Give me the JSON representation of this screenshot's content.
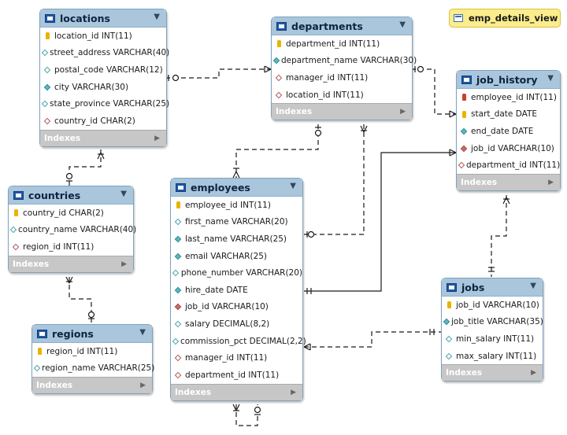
{
  "view": {
    "name": "emp_details_view",
    "icon": "view-icon"
  },
  "footer_label": "Indexes",
  "tables": {
    "locations": {
      "name": "locations",
      "columns": [
        {
          "text": "location_id INT(11)",
          "kind": "pk"
        },
        {
          "text": "street_address VARCHAR(40)",
          "kind": "null"
        },
        {
          "text": "postal_code VARCHAR(12)",
          "kind": "null"
        },
        {
          "text": "city VARCHAR(30)",
          "kind": "notnull"
        },
        {
          "text": "state_province VARCHAR(25)",
          "kind": "null"
        },
        {
          "text": "country_id CHAR(2)",
          "kind": "fk-null"
        }
      ]
    },
    "departments": {
      "name": "departments",
      "columns": [
        {
          "text": "department_id INT(11)",
          "kind": "pk"
        },
        {
          "text": "department_name VARCHAR(30)",
          "kind": "notnull"
        },
        {
          "text": "manager_id INT(11)",
          "kind": "fk-null"
        },
        {
          "text": "location_id INT(11)",
          "kind": "fk-null"
        }
      ]
    },
    "job_history": {
      "name": "job_history",
      "columns": [
        {
          "text": "employee_id INT(11)",
          "kind": "pkfk"
        },
        {
          "text": "start_date DATE",
          "kind": "pk"
        },
        {
          "text": "end_date DATE",
          "kind": "notnull"
        },
        {
          "text": "job_id VARCHAR(10)",
          "kind": "fk"
        },
        {
          "text": "department_id INT(11)",
          "kind": "fk-null"
        }
      ]
    },
    "countries": {
      "name": "countries",
      "columns": [
        {
          "text": "country_id CHAR(2)",
          "kind": "pk"
        },
        {
          "text": "country_name VARCHAR(40)",
          "kind": "null"
        },
        {
          "text": "region_id INT(11)",
          "kind": "fk-null"
        }
      ]
    },
    "employees": {
      "name": "employees",
      "columns": [
        {
          "text": "employee_id INT(11)",
          "kind": "pk"
        },
        {
          "text": "first_name VARCHAR(20)",
          "kind": "null"
        },
        {
          "text": "last_name VARCHAR(25)",
          "kind": "notnull"
        },
        {
          "text": "email VARCHAR(25)",
          "kind": "notnull"
        },
        {
          "text": "phone_number VARCHAR(20)",
          "kind": "null"
        },
        {
          "text": "hire_date DATE",
          "kind": "notnull"
        },
        {
          "text": "job_id VARCHAR(10)",
          "kind": "fk"
        },
        {
          "text": "salary DECIMAL(8,2)",
          "kind": "null"
        },
        {
          "text": "commission_pct DECIMAL(2,2)",
          "kind": "null"
        },
        {
          "text": "manager_id INT(11)",
          "kind": "fk-null"
        },
        {
          "text": "department_id INT(11)",
          "kind": "fk-null"
        }
      ]
    },
    "regions": {
      "name": "regions",
      "columns": [
        {
          "text": "region_id INT(11)",
          "kind": "pk"
        },
        {
          "text": "region_name VARCHAR(25)",
          "kind": "null"
        }
      ]
    },
    "jobs": {
      "name": "jobs",
      "columns": [
        {
          "text": "job_id VARCHAR(10)",
          "kind": "pk"
        },
        {
          "text": "job_title VARCHAR(35)",
          "kind": "notnull"
        },
        {
          "text": "min_salary INT(11)",
          "kind": "null"
        },
        {
          "text": "max_salary INT(11)",
          "kind": "null"
        }
      ]
    }
  },
  "colors": {
    "header": "#a9c6dc",
    "footer": "#c7c7c7",
    "primary_key": "#e8b400",
    "primary_foreign_key": "#cc3d2b",
    "view_fill": "#fbec8c",
    "connector": "#1a1a1a"
  }
}
